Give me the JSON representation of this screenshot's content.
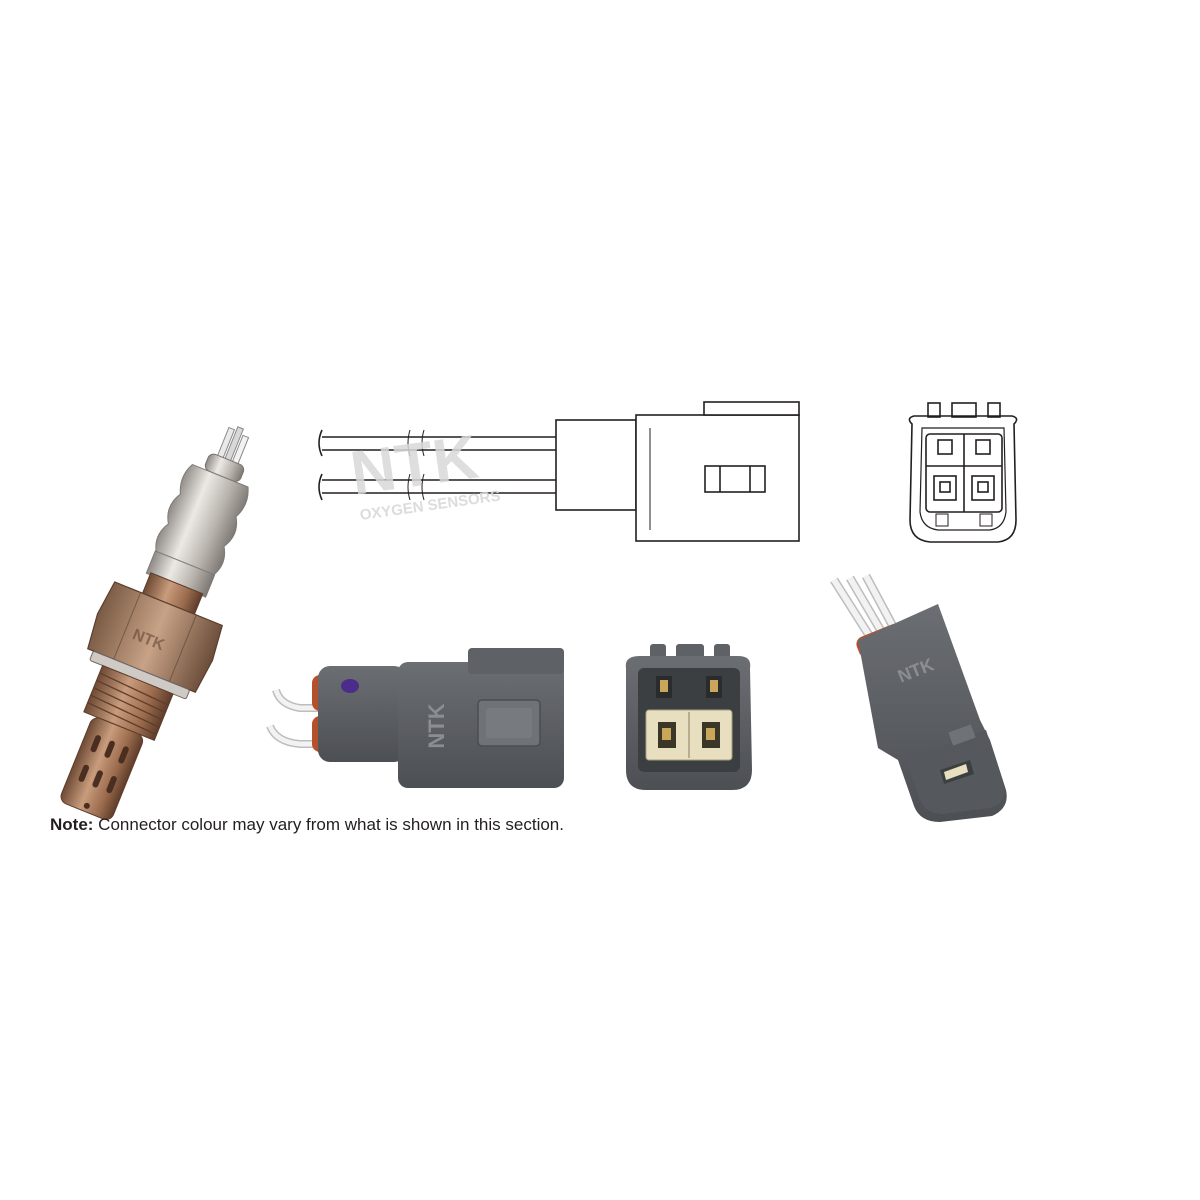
{
  "note": {
    "label": "Note:",
    "text": " Connector colour may vary from what is shown in this section."
  },
  "watermark": {
    "brand": "NTK",
    "tagline": "OXYGEN SENSORS"
  },
  "connector_brand": "NTK",
  "sensor_brand": "NTK",
  "colors": {
    "connector_grey": "#5e6166",
    "connector_grey_dark": "#45484c",
    "metal": "#b9b3ad",
    "bronze": "#9a6a4c",
    "pin_insert": "#e8dfc0",
    "seal_orange": "#b5502c",
    "wire": "#e9e9e9",
    "line_art": "#231f20"
  }
}
